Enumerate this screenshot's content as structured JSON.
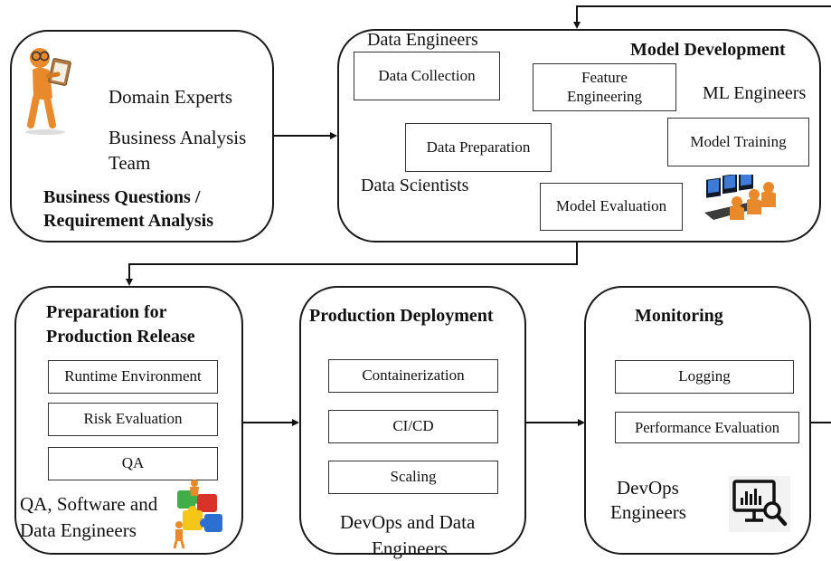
{
  "business": {
    "roles": [
      "Domain Experts",
      "Business Analysis",
      "Team"
    ],
    "title_line1": "Business Questions /",
    "title_line2": "Requirement Analysis"
  },
  "model_dev": {
    "title": "Model Development",
    "role_data_engineers": "Data Engineers",
    "role_ml_engineers": "ML Engineers",
    "role_data_scientists": "Data Scientists",
    "data_collection": "Data Collection",
    "feature_engineering_line1": "Feature",
    "feature_engineering_line2": "Engineering",
    "data_preparation": "Data Preparation",
    "model_training": "Model Training",
    "model_evaluation": "Model Evaluation"
  },
  "prep_release": {
    "title_line1": "Preparation for",
    "title_line2": "Production Release",
    "items": [
      "Runtime Environment",
      "Risk Evaluation",
      "QA"
    ],
    "roles_line1": "QA, Software and",
    "roles_line2": "Data Engineers"
  },
  "prod_deploy": {
    "title": "Production Deployment",
    "items": [
      "Containerization",
      "CI/CD",
      "Scaling"
    ],
    "roles_line1": "DevOps and Data",
    "roles_line2": "Engineers"
  },
  "monitoring": {
    "title": "Monitoring",
    "items": [
      "Logging",
      "Performance Evaluation"
    ],
    "roles_line1": "DevOps",
    "roles_line2": "Engineers"
  },
  "icons": [
    "person-clipboard-icon",
    "analysts-at-monitors-icon",
    "puzzle-team-icon",
    "monitor-analytics-icon"
  ],
  "colors": {
    "figure_orange": "#e8892b",
    "puzzle_green": "#3fae49",
    "puzzle_yellow": "#f5c518",
    "puzzle_red": "#d9322b",
    "puzzle_blue": "#2c6fd1"
  }
}
